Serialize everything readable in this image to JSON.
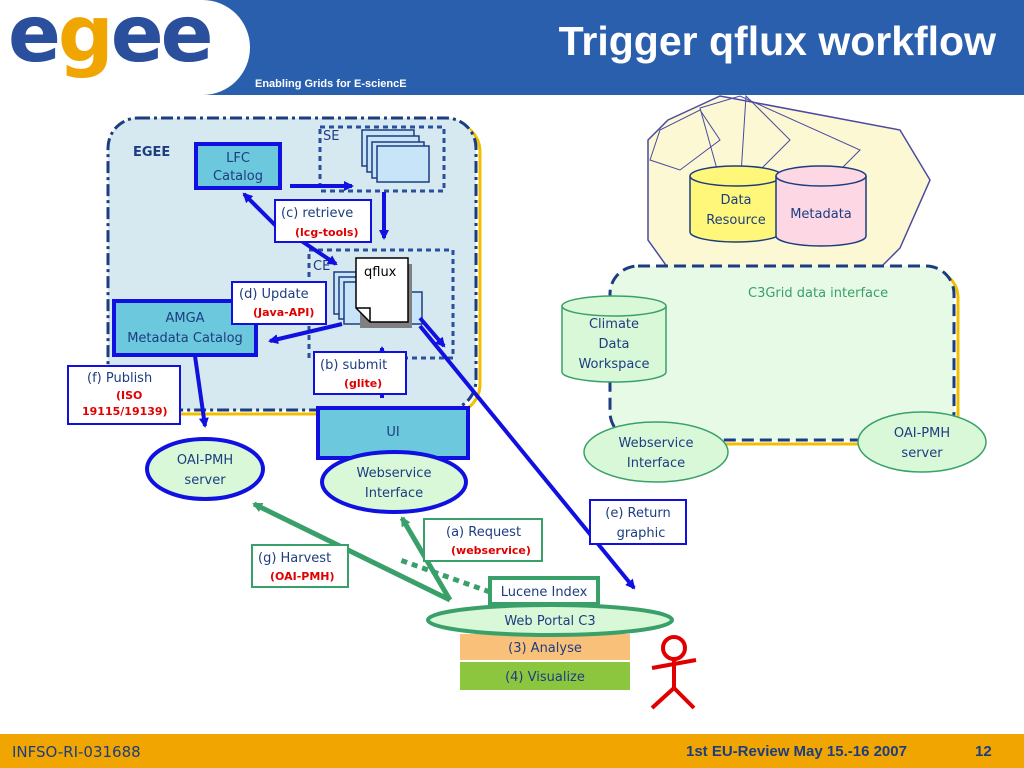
{
  "header": {
    "logo": "egee",
    "tagline": "Enabling Grids for E-sciencE",
    "title": "Trigger qflux workflow"
  },
  "footer": {
    "project_id": "INFSO-RI-031688",
    "event": "1st EU-Review May 15.-16 2007",
    "page_number": "12"
  },
  "colors": {
    "header_blue": "#2a5fad",
    "footer_orange": "#f0a500",
    "arrow_blue": "#1010e0",
    "arrow_green": "#3aa06a",
    "highlight_red": "#e00000"
  },
  "diagram": {
    "egee_label": "EGEE",
    "se_label": "SE",
    "ce_label": "CE",
    "lfc_line1": "LFC",
    "lfc_line2": "Catalog",
    "amga_line1": "AMGA",
    "amga_line2": "Metadata Catalog",
    "qflux_label": "qflux",
    "ui_label": "UI",
    "ws_egee_line1": "Webservice",
    "ws_egee_line2": "Interface",
    "oai_left_line1": "OAI-PMH",
    "oai_left_line2": "server",
    "retrieve_label": "(c) retrieve",
    "retrieve_tool": "(lcg-tools)",
    "update_label": "(d) Update",
    "update_tool": "(Java-API)",
    "submit_label": "(b) submit",
    "submit_tool": "(glite)",
    "publish_label": "(f) Publish",
    "publish_tool1": "(ISO",
    "publish_tool2": "19115/19139)",
    "request_label": "(a) Request",
    "request_tool": "(webservice)",
    "harvest_label": "(g) Harvest",
    "harvest_tool": "(OAI-PMH)",
    "return_line1": "(e) Return",
    "return_line2": "graphic",
    "lucene_label": "Lucene Index",
    "portal_label": "Web Portal C3",
    "analyse_label": "(3) Analyse",
    "visualize_label": "(4) Visualize",
    "data_res_line1": "Data",
    "data_res_line2": "Resource",
    "metadata_label": "Metadata",
    "c3grid_label": "C3Grid data interface",
    "climate_line1": "Climate",
    "climate_line2": "Data",
    "climate_line3": "Workspace",
    "ws_c3_line1": "Webservice",
    "ws_c3_line2": "Interface",
    "oai_right_line1": "OAI-PMH",
    "oai_right_line2": "server"
  }
}
